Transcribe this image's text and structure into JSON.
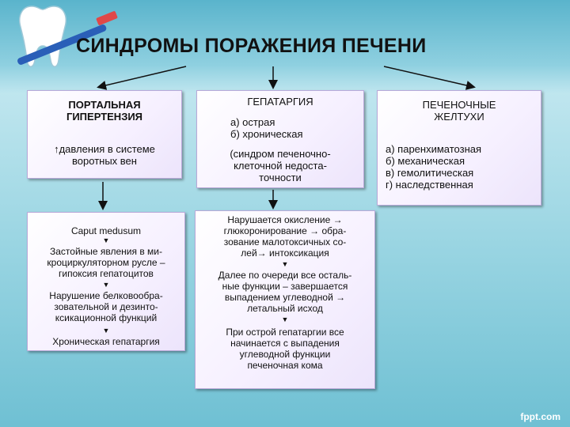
{
  "title": "СИНДРОМЫ ПОРАЖЕНИЯ ПЕЧЕНИ",
  "portal": {
    "header": "ПОРТАЛЬНАЯ\nГИПЕРТЕНЗИЯ",
    "arrow_sym": "↑",
    "desc": "давления в системе\nворотных вен"
  },
  "hepat": {
    "header": "ГЕПАТАРГИЯ",
    "types": "а) острая\nб) хроническая",
    "desc": "(синдром печеночно-\nклеточной недоста-\nточности"
  },
  "jaund": {
    "header": "ПЕЧЕНОЧНЫЕ\nЖЕЛТУХИ",
    "types": "а) паренхиматозная\nб) механическая\nв) гемолитическая\nг) наследственная"
  },
  "caput": {
    "s1": "Caput medusum",
    "s2": "Застойные явления в ми-\nкроциркуляторном русле –\nгипоксия гепатоцитов",
    "s3": "Нарушение белковообра-\nзовательной и дезинто-\nксикационной функций",
    "s4": "Хроническая гепатаргия",
    "chevron": "▼"
  },
  "mech": {
    "p1": "Нарушается окисление →\nглюкоронирование → обра-\nзование малотоксичных со-\nлей→ интоксикация",
    "p2": "Далее по очереди все осталь-\nные функции – завершается\nвыпадением углеводной →\nлетальный исход",
    "p3": "При острой гепатаргии все\nначинается с выпадения\nуглеводной функции\nпеченочная кома",
    "chevron": "▼"
  },
  "watermark": "fppt.com"
}
